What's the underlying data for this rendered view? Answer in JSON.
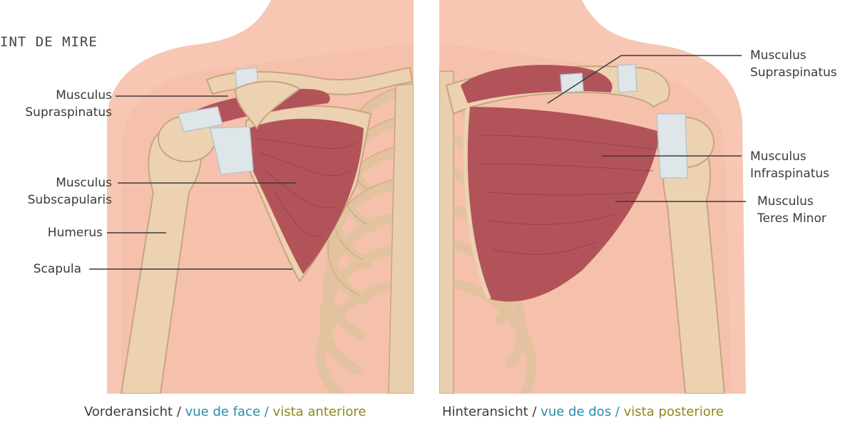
{
  "header": {
    "text": "INT DE MIRE"
  },
  "anterior": {
    "labels": {
      "supraspinatus_1": "Musculus",
      "supraspinatus_2": "Supraspinatus",
      "subscapularis_1": "Musculus",
      "subscapularis_2": "Subscapularis",
      "humerus": "Humerus",
      "scapula": "Scapula"
    },
    "caption": {
      "de": "Vorderansicht",
      "sep1": " / ",
      "fr": "vue de face",
      "sep2": " / ",
      "it": "vista anteriore"
    }
  },
  "posterior": {
    "labels": {
      "supraspinatus_1": "Musculus",
      "supraspinatus_2": "Supraspinatus",
      "infraspinatus_1": "Musculus",
      "infraspinatus_2": "Infraspinatus",
      "teres_1": "Musculus",
      "teres_2": "Teres Minor"
    },
    "caption": {
      "de": "Hinteransicht",
      "sep1": " / ",
      "fr": "vue de dos",
      "sep2": " / ",
      "it": "vista posteriore"
    }
  },
  "colors": {
    "skin": "#f7c7b3",
    "skin_dark": "#f2b49c",
    "bone": "#ecd2b0",
    "bone_edge": "#c9a47e",
    "muscle": "#b2535a",
    "muscle_dark": "#8a3a42",
    "cartilage": "#dfe6ea",
    "french": "#2a8ab0",
    "italian": "#8a8a1a"
  }
}
